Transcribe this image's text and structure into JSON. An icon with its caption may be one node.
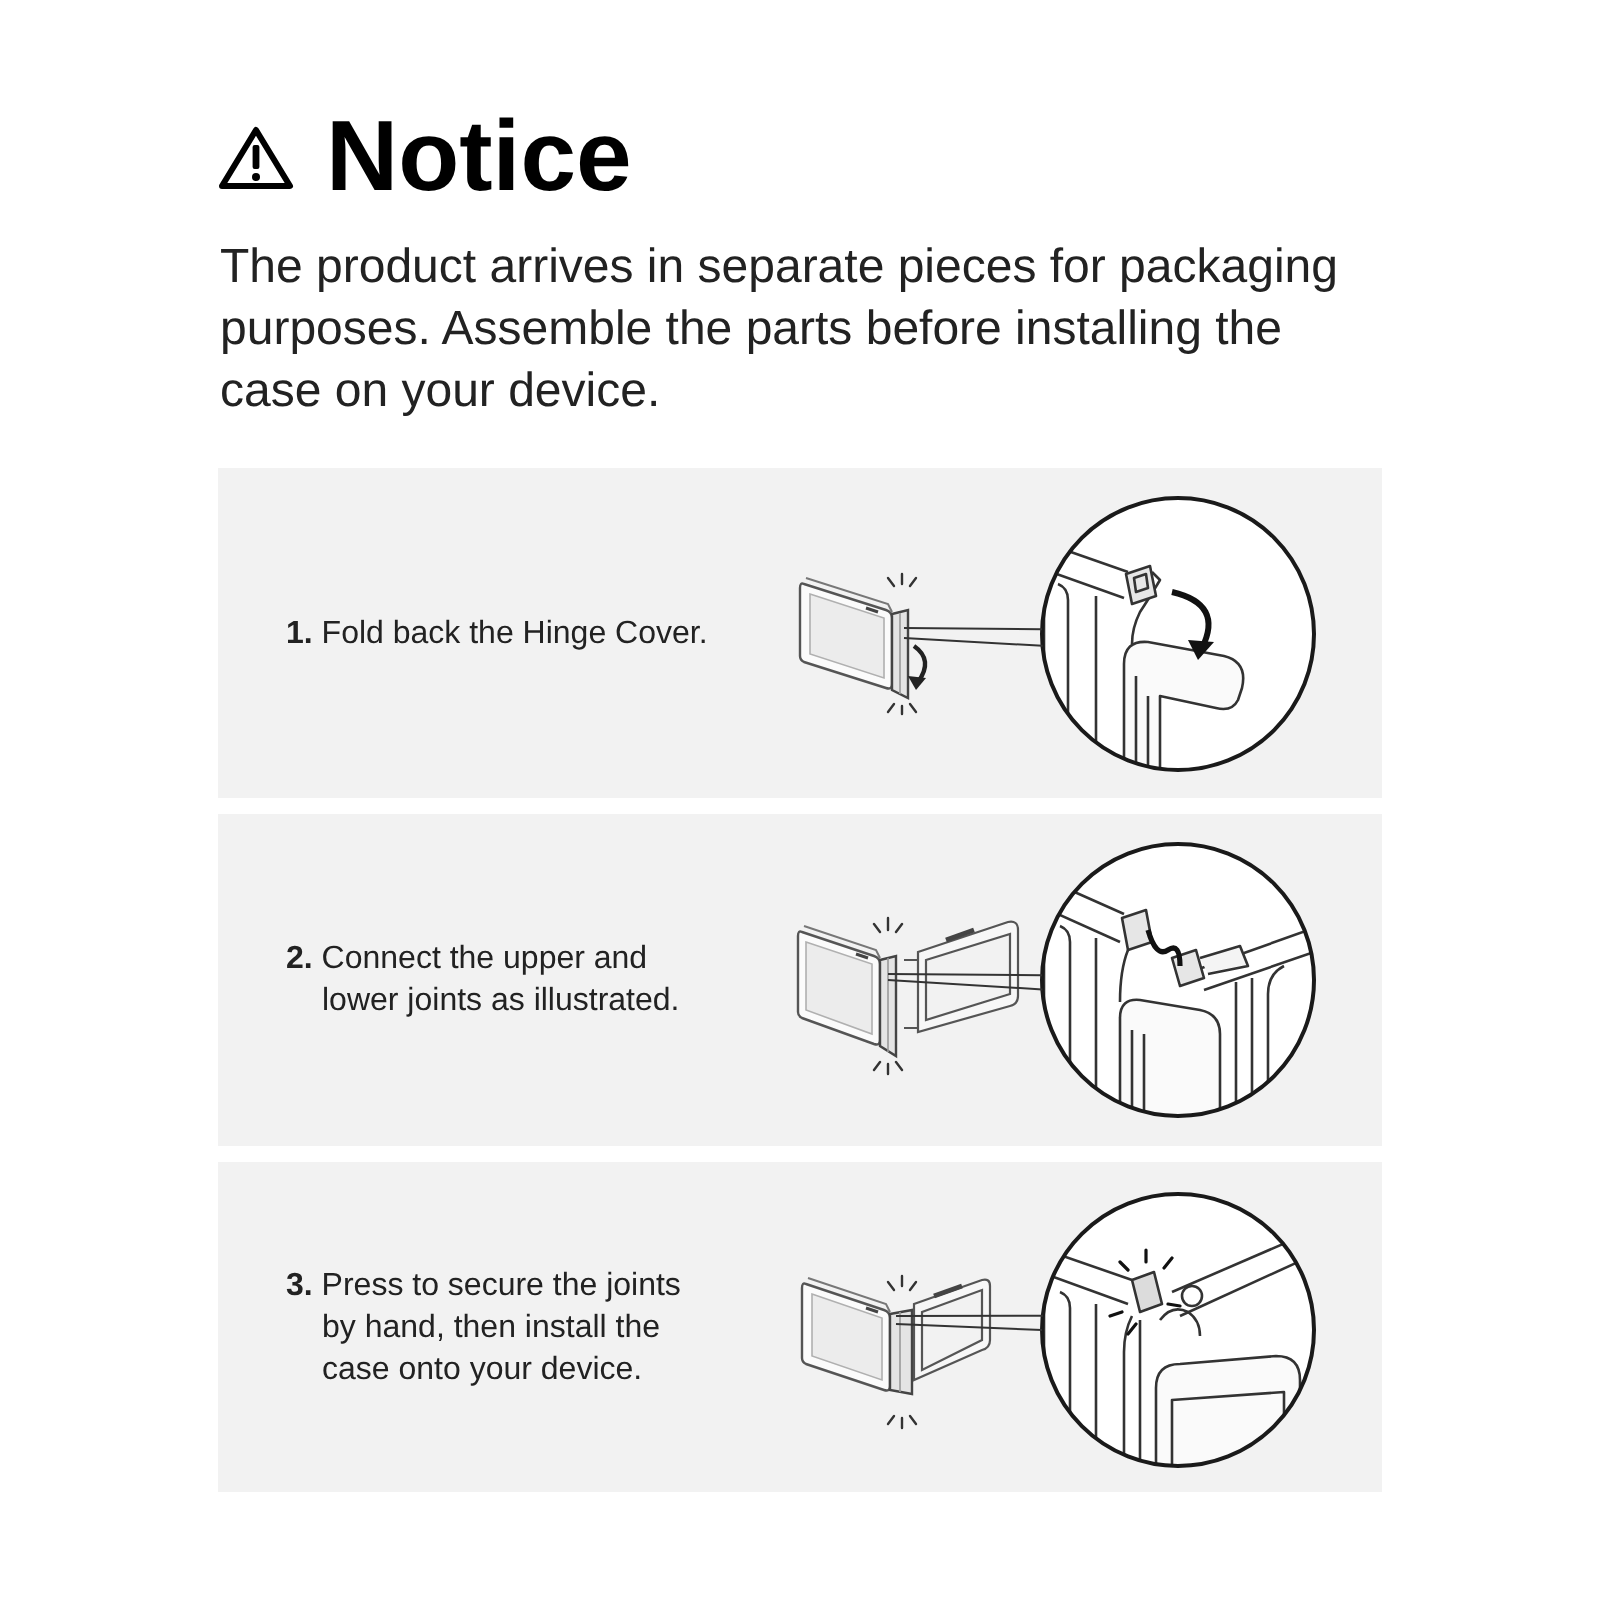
{
  "diagram": {
    "title": "Notice",
    "nodes": [
      {
        "text": [
          "**1.** Fold back the Hinge Cover."
        ]
      },
      {
        "text": [],
        "shape": "picture",
        "in": 0
      },
      {
        "text": [],
        "shape": "picture",
        "in": 0
      },
      {
        "text": [
          "**2.** Connect the upper and lower joints as illustrated."
        ]
      },
      {
        "text": [],
        "shape": "picture",
        "in": 3
      },
      {
        "text": [],
        "shape": "picture",
        "in": 3
      },
      {
        "text": [
          "**3.** Press to secure the joints by hand, then install the case onto your device."
        ]
      },
      {
        "text": [],
        "shape": "picture",
        "in": 6
      },
      {
        "text": [],
        "shape": "picture",
        "in": 6
      }
    ],
    "edges": [
      {
        "from": 1,
        "to": 2,
        "arrow": "none"
      },
      {
        "from": 1,
        "to": 2,
        "arrow": "none"
      },
      {
        "from": 4,
        "to": 5,
        "arrow": "none"
      },
      {
        "from": 4,
        "to": 5,
        "arrow": "none"
      },
      {
        "from": 7,
        "to": 8,
        "arrow": "none"
      },
      {
        "from": 7,
        "to": 8,
        "arrow": "none"
      }
    ],
    "labels": [
      "The product arrives in separate pieces for packaging purposes. Assemble the parts before installing the case on your device."
    ]
  }
}
